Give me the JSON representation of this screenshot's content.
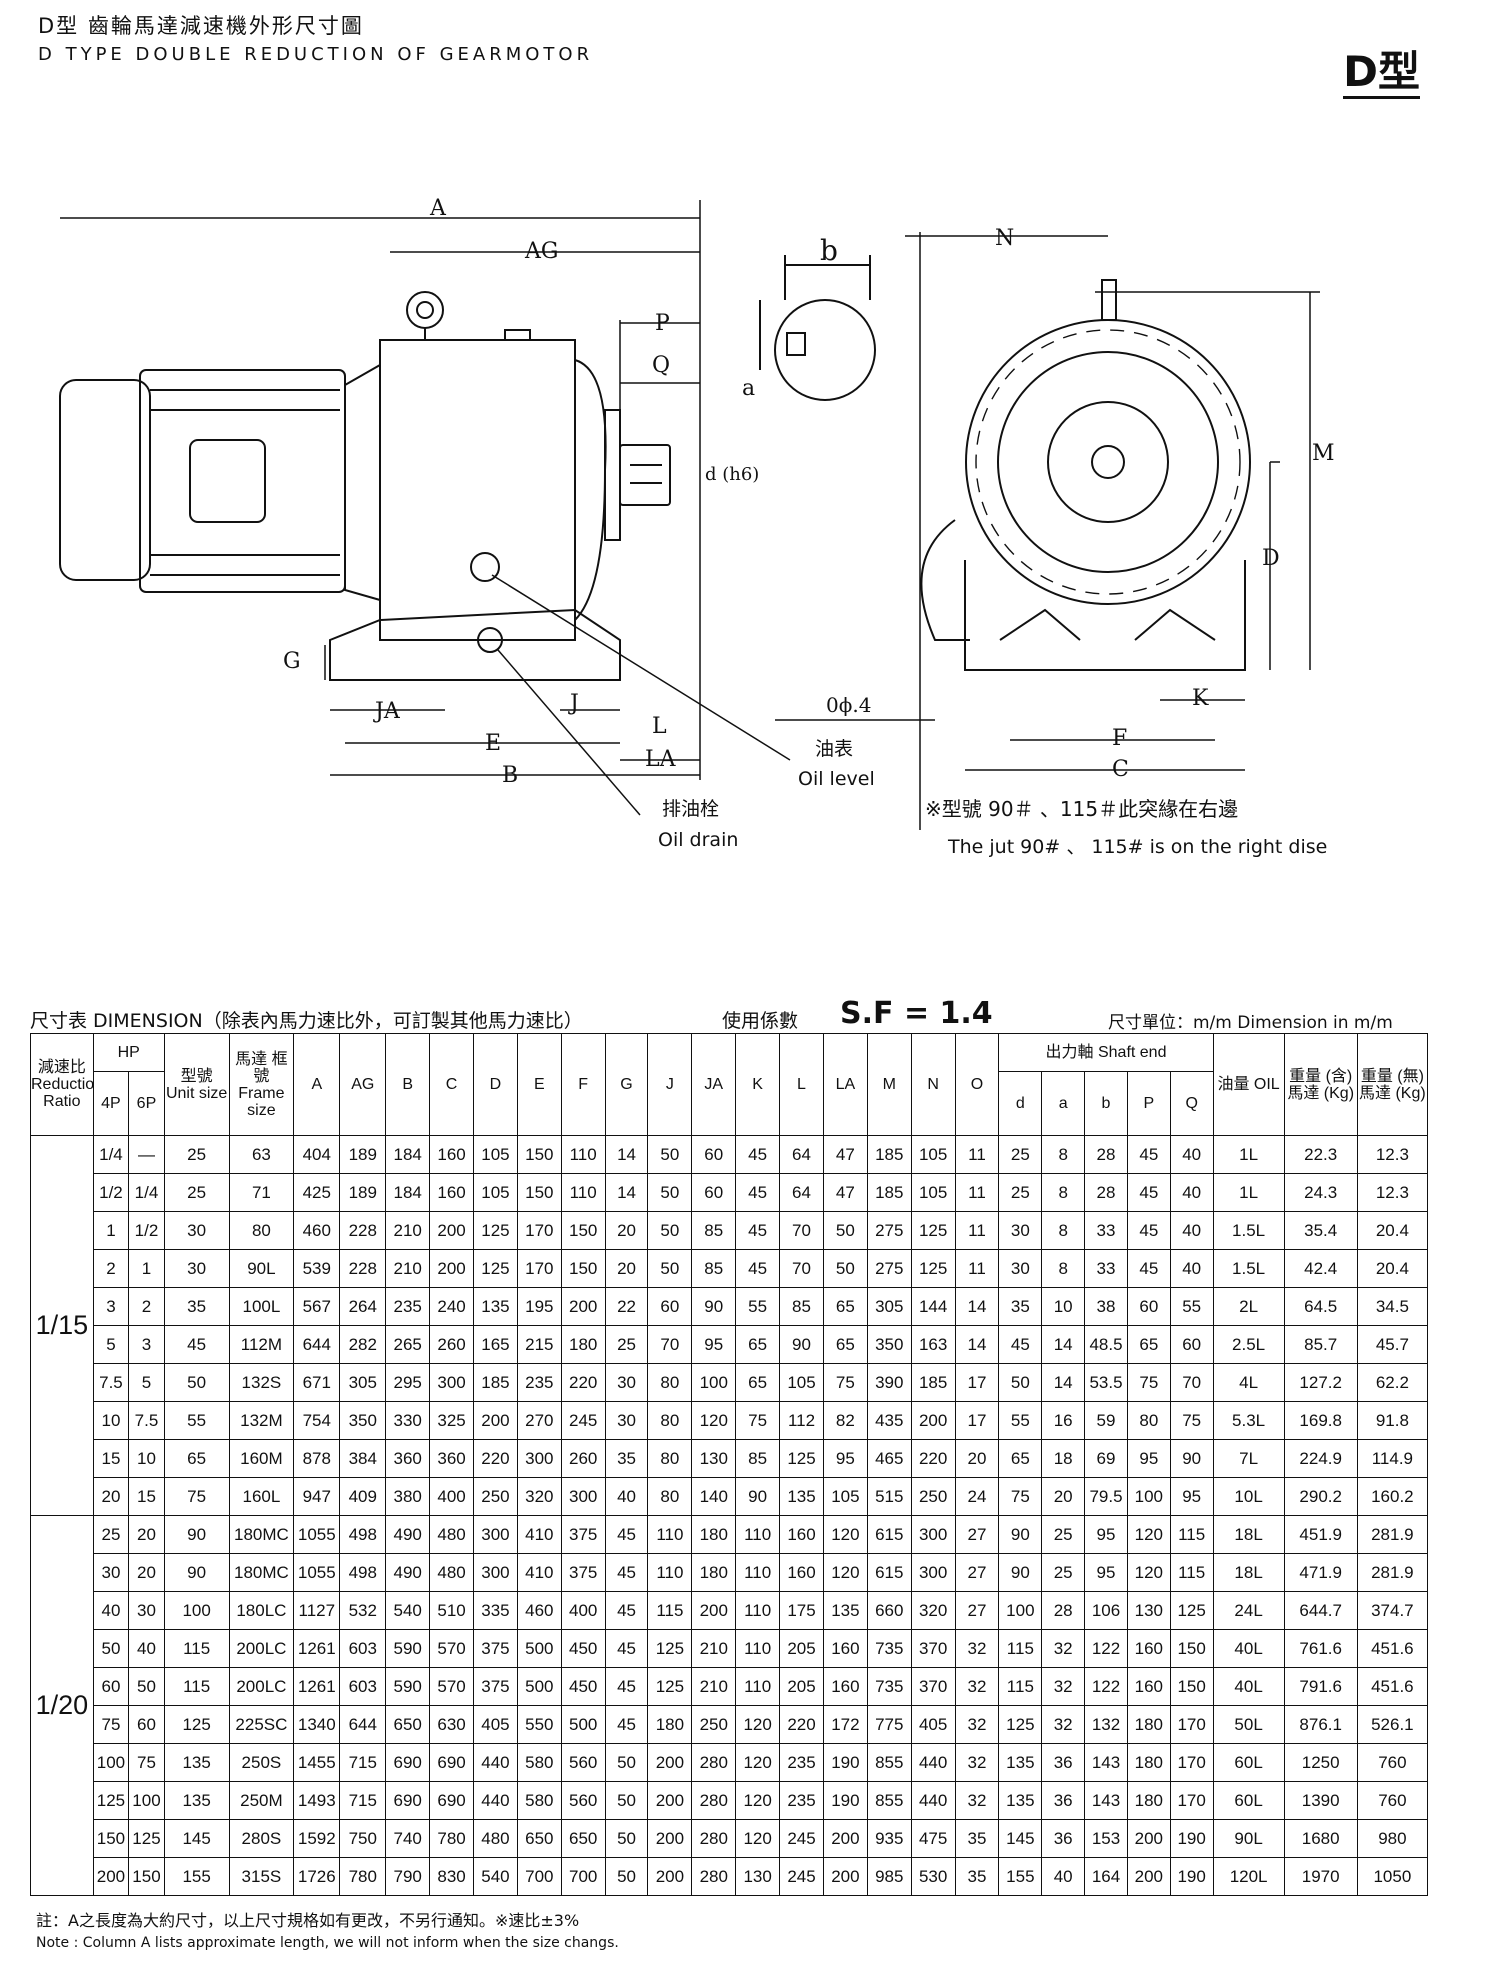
{
  "header": {
    "title_zh": "D型 齒輪馬達減速機外形尺寸圖",
    "title_en": "D TYPE DOUBLE REDUCTION OF GEARMOTOR",
    "badge": "D型"
  },
  "drawing": {
    "labels": {
      "A": "A",
      "AG": "AG",
      "P": "P",
      "Q": "Q",
      "b": "b",
      "a": "a",
      "d_h6": "d (h6)",
      "G": "G",
      "JA": "JA",
      "J": "J",
      "E": "E",
      "B": "B",
      "L": "L",
      "LA": "LA",
      "N": "N",
      "M": "M",
      "D": "D",
      "K": "K",
      "F": "F",
      "C": "C",
      "phi4": "0ϕ.4"
    },
    "oil_level_zh": "油表",
    "oil_level_en": "Oil level",
    "oil_drain_zh": "排油栓",
    "oil_drain_en": "Oil drain",
    "jut_note_zh": "※型號 90＃ 、115＃此突緣在右邊",
    "jut_note_en": "The jut 90# 、 115# is on the right dise"
  },
  "dimension_header": {
    "title": "尺寸表 DIMENSION（除表內馬力速比外，可訂製其他馬力速比）",
    "sf_label": "使用係數",
    "sf_value": "S.F = 1.4",
    "unit_note": "尺寸單位：m/m Dimension in m/m"
  },
  "table": {
    "col_ratio": "減速比 Reduction Ratio",
    "col_hp": "HP",
    "col_4p": "4P",
    "col_6p": "6P",
    "col_unit_size": "型號 Unit size",
    "col_frame_size": "馬達 框號 Frame size",
    "dim_cols": [
      "A",
      "AG",
      "B",
      "C",
      "D",
      "E",
      "F",
      "G",
      "J",
      "JA",
      "K",
      "L",
      "LA",
      "M",
      "N",
      "O"
    ],
    "shaft_group": "出力軸 Shaft end",
    "shaft_cols": [
      "d",
      "a",
      "b",
      "P",
      "Q"
    ],
    "col_oil": "油量 OIL",
    "col_weight_with": "重量 (含) 馬達 (Kg)",
    "col_weight_without": "重量 (無) 馬達 (Kg)",
    "ratio_groups": [
      {
        "label": "1/15",
        "rows": 10
      },
      {
        "label": "1/20",
        "rows": 10
      }
    ],
    "rows": [
      [
        "1/4",
        "—",
        "25",
        "63",
        "404",
        "189",
        "184",
        "160",
        "105",
        "150",
        "110",
        "14",
        "50",
        "60",
        "45",
        "64",
        "47",
        "185",
        "105",
        "11",
        "25",
        "8",
        "28",
        "45",
        "40",
        "1L",
        "22.3",
        "12.3"
      ],
      [
        "1/2",
        "1/4",
        "25",
        "71",
        "425",
        "189",
        "184",
        "160",
        "105",
        "150",
        "110",
        "14",
        "50",
        "60",
        "45",
        "64",
        "47",
        "185",
        "105",
        "11",
        "25",
        "8",
        "28",
        "45",
        "40",
        "1L",
        "24.3",
        "12.3"
      ],
      [
        "1",
        "1/2",
        "30",
        "80",
        "460",
        "228",
        "210",
        "200",
        "125",
        "170",
        "150",
        "20",
        "50",
        "85",
        "45",
        "70",
        "50",
        "275",
        "125",
        "11",
        "30",
        "8",
        "33",
        "45",
        "40",
        "1.5L",
        "35.4",
        "20.4"
      ],
      [
        "2",
        "1",
        "30",
        "90L",
        "539",
        "228",
        "210",
        "200",
        "125",
        "170",
        "150",
        "20",
        "50",
        "85",
        "45",
        "70",
        "50",
        "275",
        "125",
        "11",
        "30",
        "8",
        "33",
        "45",
        "40",
        "1.5L",
        "42.4",
        "20.4"
      ],
      [
        "3",
        "2",
        "35",
        "100L",
        "567",
        "264",
        "235",
        "240",
        "135",
        "195",
        "200",
        "22",
        "60",
        "90",
        "55",
        "85",
        "65",
        "305",
        "144",
        "14",
        "35",
        "10",
        "38",
        "60",
        "55",
        "2L",
        "64.5",
        "34.5"
      ],
      [
        "5",
        "3",
        "45",
        "112M",
        "644",
        "282",
        "265",
        "260",
        "165",
        "215",
        "180",
        "25",
        "70",
        "95",
        "65",
        "90",
        "65",
        "350",
        "163",
        "14",
        "45",
        "14",
        "48.5",
        "65",
        "60",
        "2.5L",
        "85.7",
        "45.7"
      ],
      [
        "7.5",
        "5",
        "50",
        "132S",
        "671",
        "305",
        "295",
        "300",
        "185",
        "235",
        "220",
        "30",
        "80",
        "100",
        "65",
        "105",
        "75",
        "390",
        "185",
        "17",
        "50",
        "14",
        "53.5",
        "75",
        "70",
        "4L",
        "127.2",
        "62.2"
      ],
      [
        "10",
        "7.5",
        "55",
        "132M",
        "754",
        "350",
        "330",
        "325",
        "200",
        "270",
        "245",
        "30",
        "80",
        "120",
        "75",
        "112",
        "82",
        "435",
        "200",
        "17",
        "55",
        "16",
        "59",
        "80",
        "75",
        "5.3L",
        "169.8",
        "91.8"
      ],
      [
        "15",
        "10",
        "65",
        "160M",
        "878",
        "384",
        "360",
        "360",
        "220",
        "300",
        "260",
        "35",
        "80",
        "130",
        "85",
        "125",
        "95",
        "465",
        "220",
        "20",
        "65",
        "18",
        "69",
        "95",
        "90",
        "7L",
        "224.9",
        "114.9"
      ],
      [
        "20",
        "15",
        "75",
        "160L",
        "947",
        "409",
        "380",
        "400",
        "250",
        "320",
        "300",
        "40",
        "80",
        "140",
        "90",
        "135",
        "105",
        "515",
        "250",
        "24",
        "75",
        "20",
        "79.5",
        "100",
        "95",
        "10L",
        "290.2",
        "160.2"
      ],
      [
        "25",
        "20",
        "90",
        "180MC",
        "1055",
        "498",
        "490",
        "480",
        "300",
        "410",
        "375",
        "45",
        "110",
        "180",
        "110",
        "160",
        "120",
        "615",
        "300",
        "27",
        "90",
        "25",
        "95",
        "120",
        "115",
        "18L",
        "451.9",
        "281.9"
      ],
      [
        "30",
        "20",
        "90",
        "180MC",
        "1055",
        "498",
        "490",
        "480",
        "300",
        "410",
        "375",
        "45",
        "110",
        "180",
        "110",
        "160",
        "120",
        "615",
        "300",
        "27",
        "90",
        "25",
        "95",
        "120",
        "115",
        "18L",
        "471.9",
        "281.9"
      ],
      [
        "40",
        "30",
        "100",
        "180LC",
        "1127",
        "532",
        "540",
        "510",
        "335",
        "460",
        "400",
        "45",
        "115",
        "200",
        "110",
        "175",
        "135",
        "660",
        "320",
        "27",
        "100",
        "28",
        "106",
        "130",
        "125",
        "24L",
        "644.7",
        "374.7"
      ],
      [
        "50",
        "40",
        "115",
        "200LC",
        "1261",
        "603",
        "590",
        "570",
        "375",
        "500",
        "450",
        "45",
        "125",
        "210",
        "110",
        "205",
        "160",
        "735",
        "370",
        "32",
        "115",
        "32",
        "122",
        "160",
        "150",
        "40L",
        "761.6",
        "451.6"
      ],
      [
        "60",
        "50",
        "115",
        "200LC",
        "1261",
        "603",
        "590",
        "570",
        "375",
        "500",
        "450",
        "45",
        "125",
        "210",
        "110",
        "205",
        "160",
        "735",
        "370",
        "32",
        "115",
        "32",
        "122",
        "160",
        "150",
        "40L",
        "791.6",
        "451.6"
      ],
      [
        "75",
        "60",
        "125",
        "225SC",
        "1340",
        "644",
        "650",
        "630",
        "405",
        "550",
        "500",
        "45",
        "180",
        "250",
        "120",
        "220",
        "172",
        "775",
        "405",
        "32",
        "125",
        "32",
        "132",
        "180",
        "170",
        "50L",
        "876.1",
        "526.1"
      ],
      [
        "100",
        "75",
        "135",
        "250S",
        "1455",
        "715",
        "690",
        "690",
        "440",
        "580",
        "560",
        "50",
        "200",
        "280",
        "120",
        "235",
        "190",
        "855",
        "440",
        "32",
        "135",
        "36",
        "143",
        "180",
        "170",
        "60L",
        "1250",
        "760"
      ],
      [
        "125",
        "100",
        "135",
        "250M",
        "1493",
        "715",
        "690",
        "690",
        "440",
        "580",
        "560",
        "50",
        "200",
        "280",
        "120",
        "235",
        "190",
        "855",
        "440",
        "32",
        "135",
        "36",
        "143",
        "180",
        "170",
        "60L",
        "1390",
        "760"
      ],
      [
        "150",
        "125",
        "145",
        "280S",
        "1592",
        "750",
        "740",
        "780",
        "480",
        "650",
        "650",
        "50",
        "200",
        "280",
        "120",
        "245",
        "200",
        "935",
        "475",
        "35",
        "145",
        "36",
        "153",
        "200",
        "190",
        "90L",
        "1680",
        "980"
      ],
      [
        "200",
        "150",
        "155",
        "315S",
        "1726",
        "780",
        "790",
        "830",
        "540",
        "700",
        "700",
        "50",
        "200",
        "280",
        "130",
        "245",
        "200",
        "985",
        "530",
        "35",
        "155",
        "40",
        "164",
        "200",
        "190",
        "120L",
        "1970",
        "1050"
      ]
    ]
  },
  "footer": {
    "note_zh": "註：A之長度為大約尺寸，以上尺寸規格如有更改，不另行通知。※速比±3%",
    "note_en": "Note : Column A lists approximate length, we will not inform when the size changs."
  }
}
